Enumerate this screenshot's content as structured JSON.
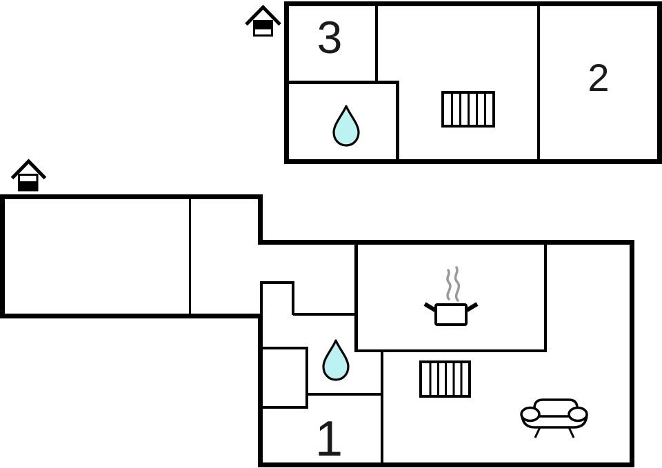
{
  "colors": {
    "wall": "#000000",
    "water_drop_fill": "#bdf2f2",
    "water_drop_stroke": "#000000",
    "steam": "#999999",
    "background": "#ffffff"
  },
  "upper_floor": {
    "storey_icon": "house-upper-storey-filled-icon",
    "rooms": {
      "room3_label": "3",
      "room2_label": "2"
    },
    "feature_icons": [
      "water-drop-icon",
      "radiator-icon"
    ]
  },
  "ground_floor": {
    "storey_icon": "house-lower-storey-filled-icon",
    "rooms": {
      "room1_label": "1"
    },
    "feature_icons": [
      "cooking-pot-icon",
      "steam-icon",
      "water-drop-icon",
      "radiator-icon",
      "sofa-icon"
    ]
  }
}
